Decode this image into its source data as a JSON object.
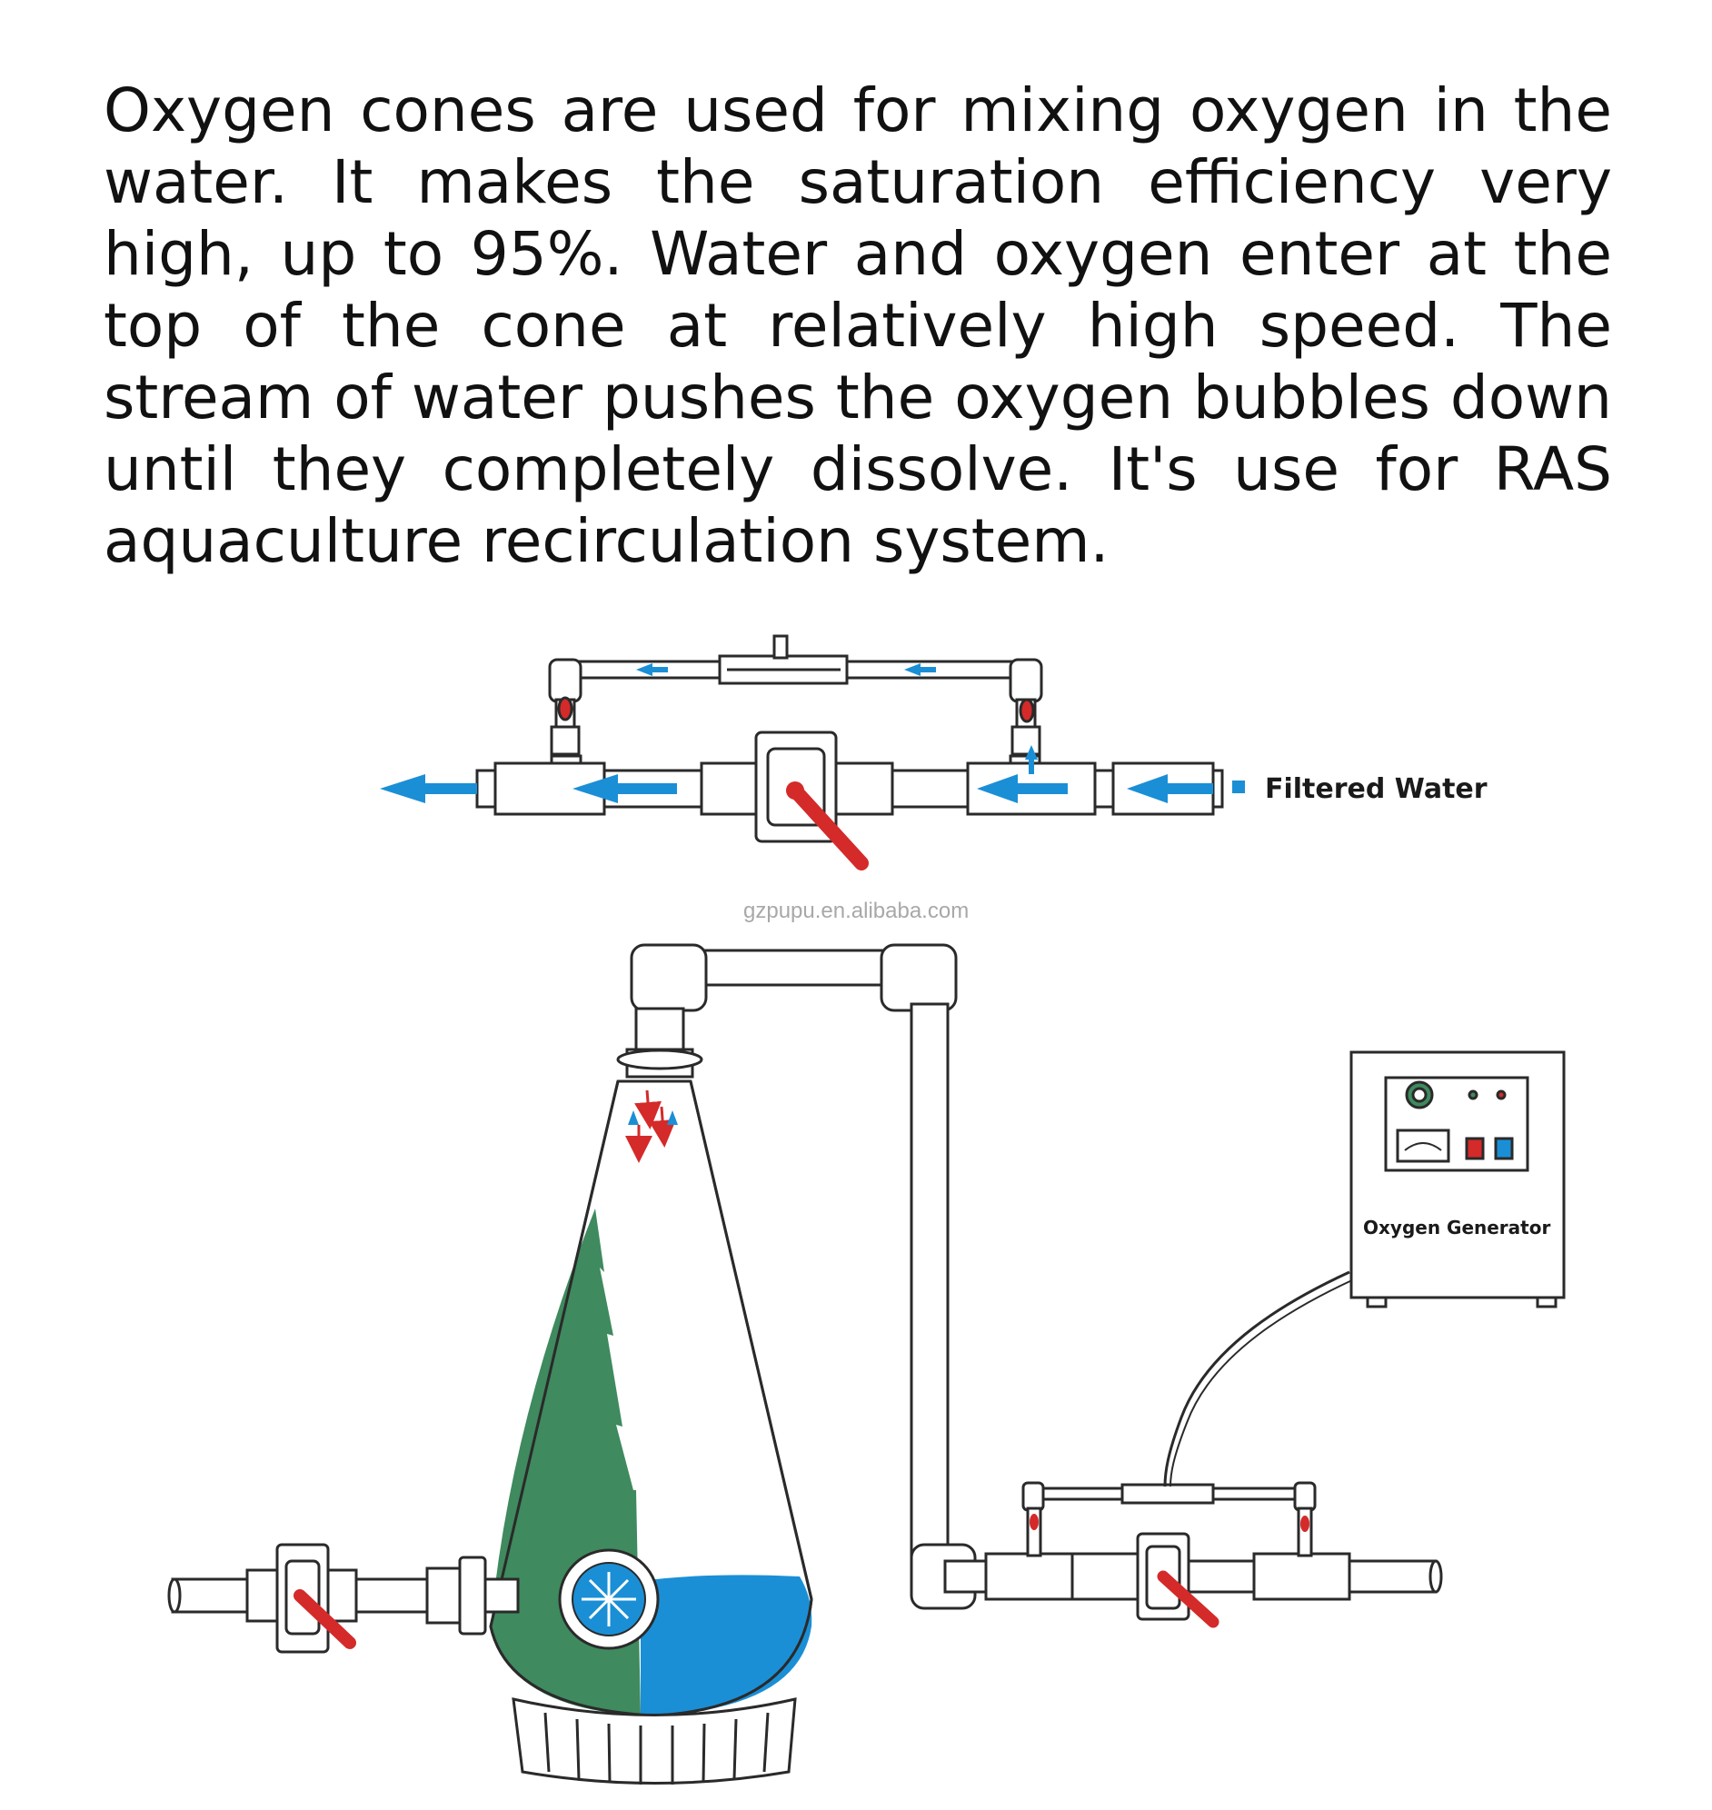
{
  "description": "Oxygen cones are used for mixing oxygen in the water. It makes the saturation efficiency very high, up to 95%. Water and oxygen enter at the top of the cone at relatively high speed. The stream of water pushes the oxygen bubbles down until they completely dissolve. It's use for RAS aquaculture recirculation system.",
  "labels": {
    "filtered_water": "Filtered Water",
    "oxygen_generator": "Oxygen Generator"
  },
  "watermark": "gzpupu.en.alibaba.com",
  "colors": {
    "water_blue": "#1a8fd6",
    "cone_green": "#3f8a5e",
    "valve_red": "#d42a2a",
    "outline": "#2a2a2a"
  }
}
